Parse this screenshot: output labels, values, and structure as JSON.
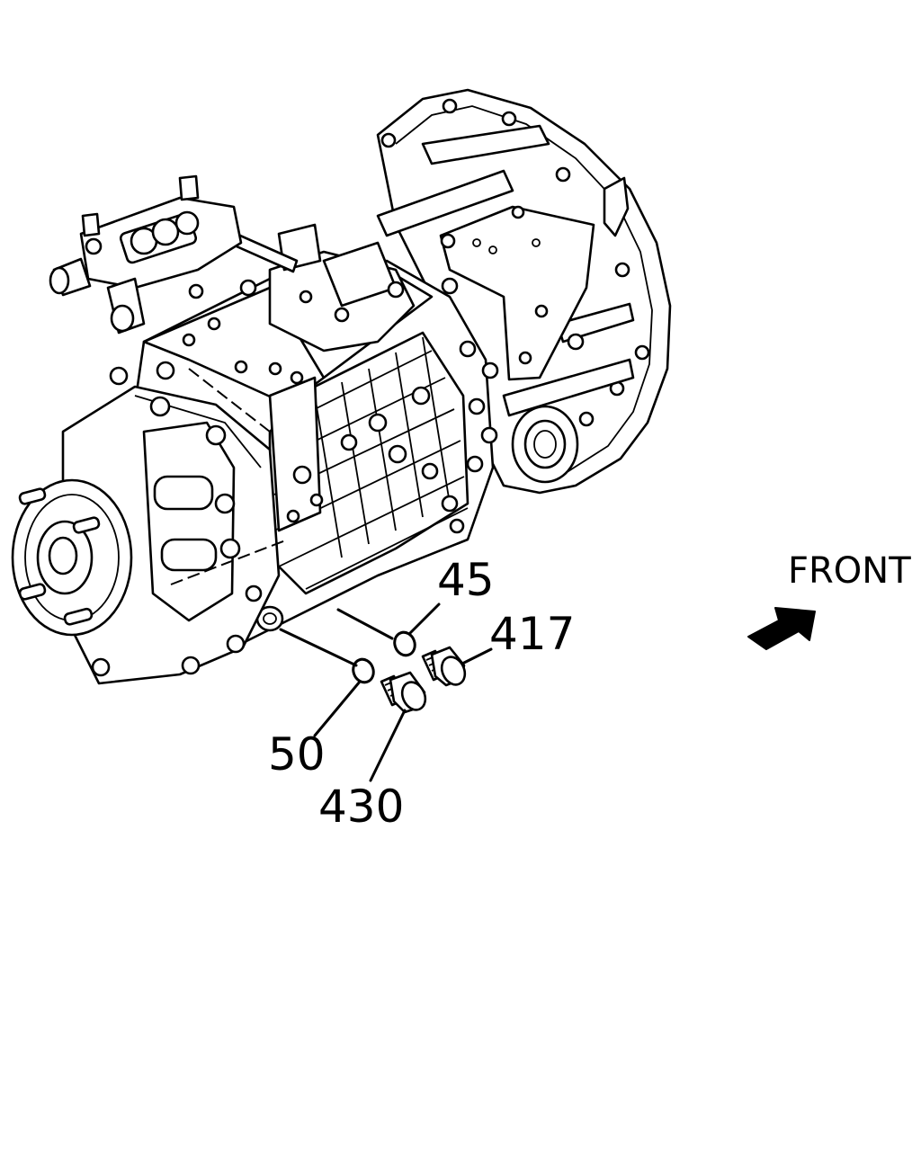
{
  "labels": {
    "gasket_45": "45",
    "plug_417": "417",
    "gasket_50": "50",
    "plug_430": "430"
  },
  "direction_label": "FRONT"
}
